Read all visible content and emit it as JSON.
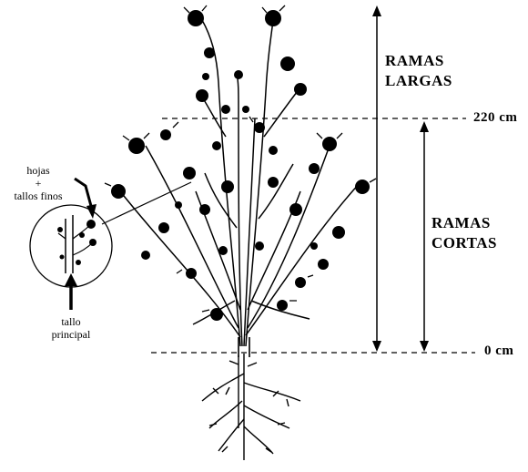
{
  "labels": {
    "ramas_largas": [
      "RAMAS",
      "LARGAS"
    ],
    "ramas_cortas": [
      "RAMAS",
      "CORTAS"
    ],
    "height_top": "220 cm",
    "height_bottom": "0 cm",
    "hojas": "hojas",
    "plus": "+",
    "tallos_finos": "tallos finos",
    "tallo": "tallo",
    "principal": "principal"
  },
  "colors": {
    "ink": "#000000",
    "background": "#ffffff"
  }
}
